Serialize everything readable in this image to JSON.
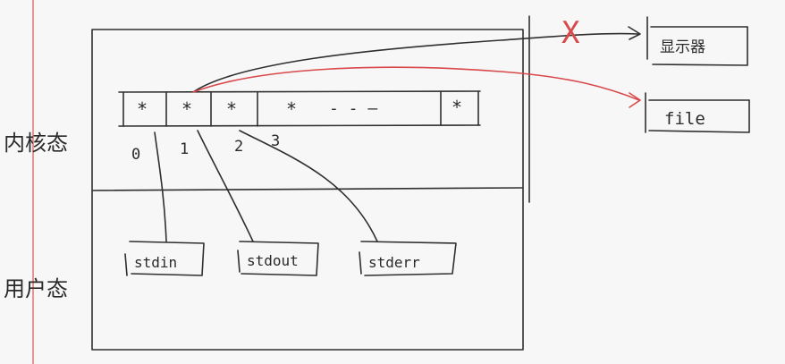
{
  "regions": {
    "kernel_label": "内核态",
    "user_label": "用户态"
  },
  "fd_table": {
    "cells": [
      "*",
      "*",
      "*",
      "*",
      "- - —",
      "*"
    ],
    "indices": [
      "0",
      "1",
      "2",
      "3"
    ]
  },
  "streams": [
    "stdin",
    "stdout",
    "stderr"
  ],
  "targets": {
    "display": "显示器",
    "file": "file"
  },
  "cross_mark": "X",
  "colors": {
    "ink": "#2f2f2f",
    "red_ink": "#d9484a",
    "margin_line": "#e36a6a",
    "paper": "#f7f7f7"
  }
}
